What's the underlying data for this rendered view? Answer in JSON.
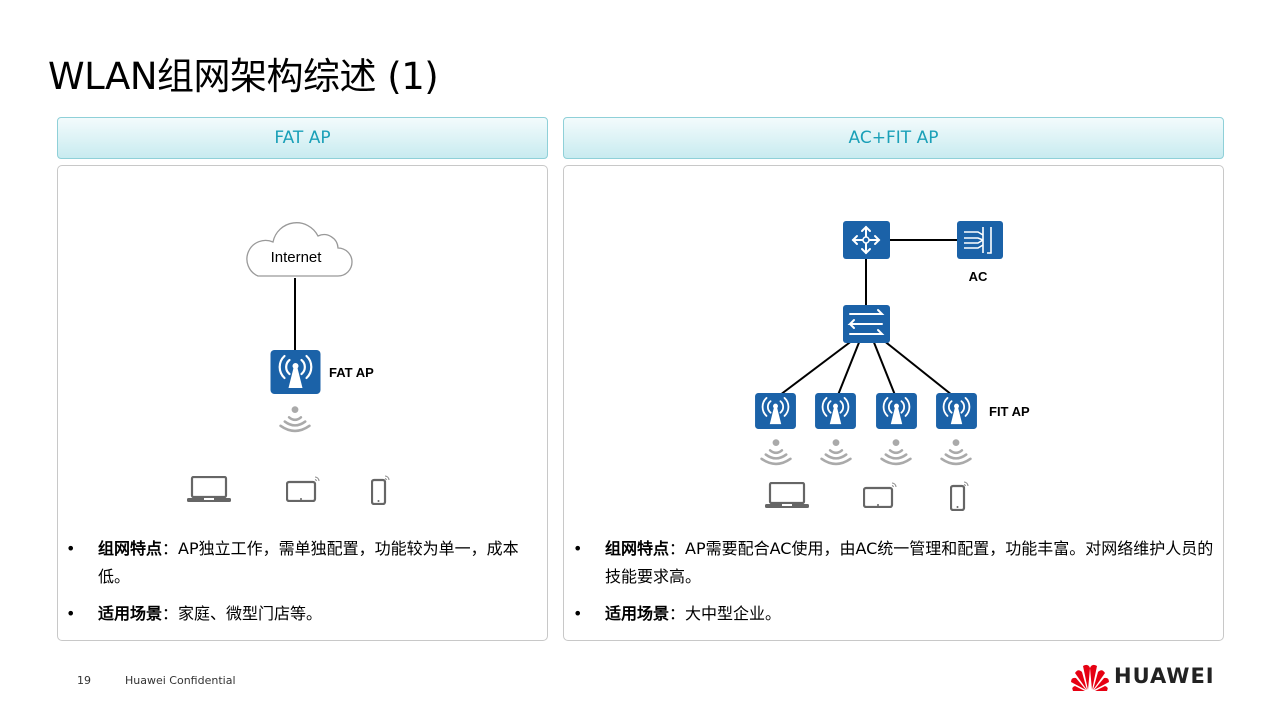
{
  "title": "WLAN组网架构综述 (1)",
  "left": {
    "header": "FAT AP",
    "diagram": {
      "cloud_label": "Internet",
      "ap_label": "FAT AP"
    },
    "bullets": [
      {
        "term": "组网特点",
        "sep": "：",
        "text": "AP独立工作，需单独配置，功能较为单一，成本低。"
      },
      {
        "term": "适用场景",
        "sep": "：",
        "text": "家庭、微型门店等。"
      }
    ]
  },
  "right": {
    "header": "AC+FIT AP",
    "diagram": {
      "ac_label": "AC",
      "ap_label": "FIT AP"
    },
    "bullets": [
      {
        "term": "组网特点",
        "sep": "：",
        "text": "AP需要配合AC使用，由AC统一管理和配置，功能丰富。对网络维护人员的技能要求高。"
      },
      {
        "term": "适用场景",
        "sep": "：",
        "text": "大中型企业。"
      }
    ]
  },
  "footer": {
    "page": "19",
    "confidential": "Huawei Confidential",
    "brand": "HUAWEI"
  },
  "colors": {
    "device_blue": "#1b62a8",
    "header_text": "#1aa0b8",
    "brand_red": "#e60012"
  }
}
